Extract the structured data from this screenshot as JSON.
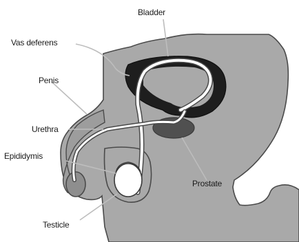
{
  "labels": {
    "bladder": "Bladder",
    "vas_deferens": "Vas deferens",
    "penis": "Penis",
    "urethra": "Urethra",
    "epididymis": "Epididymis",
    "prostate": "Prostate",
    "testicle": "Testicle"
  },
  "colors": {
    "body_fill": "#a9a9a9",
    "body_outline": "#4a4a4a",
    "bladder_fill": "#1e1e1e",
    "prostate_fill": "#505050",
    "duct_fill": "#ffffff",
    "testicle_fill": "#ffffff",
    "leader_line": "#bdbdbd",
    "label_text": "#1a1a1a"
  }
}
